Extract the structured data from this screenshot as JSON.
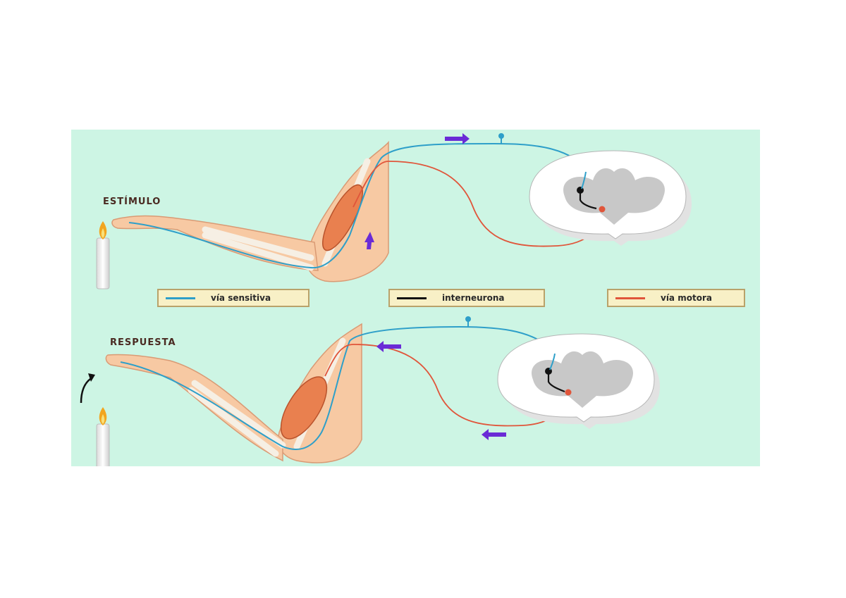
{
  "labels": {
    "stimulus": "ESTÍMULO",
    "response": "RESPUESTA"
  },
  "legend": [
    {
      "text": "vía sensitiva",
      "color": "#2e9fc9"
    },
    {
      "text": "interneurona",
      "color": "#111111"
    },
    {
      "text": "vía motora",
      "color": "#e0553a"
    }
  ],
  "colors": {
    "background": "#cdf5e4",
    "sensory": "#2e9fc9",
    "motor": "#e0553a",
    "interneuron": "#111111",
    "arrow": "#6a2bd6",
    "skin": "#f7c9a3",
    "muscle": "#e9804f",
    "gray_matter": "#c8c8c8"
  }
}
